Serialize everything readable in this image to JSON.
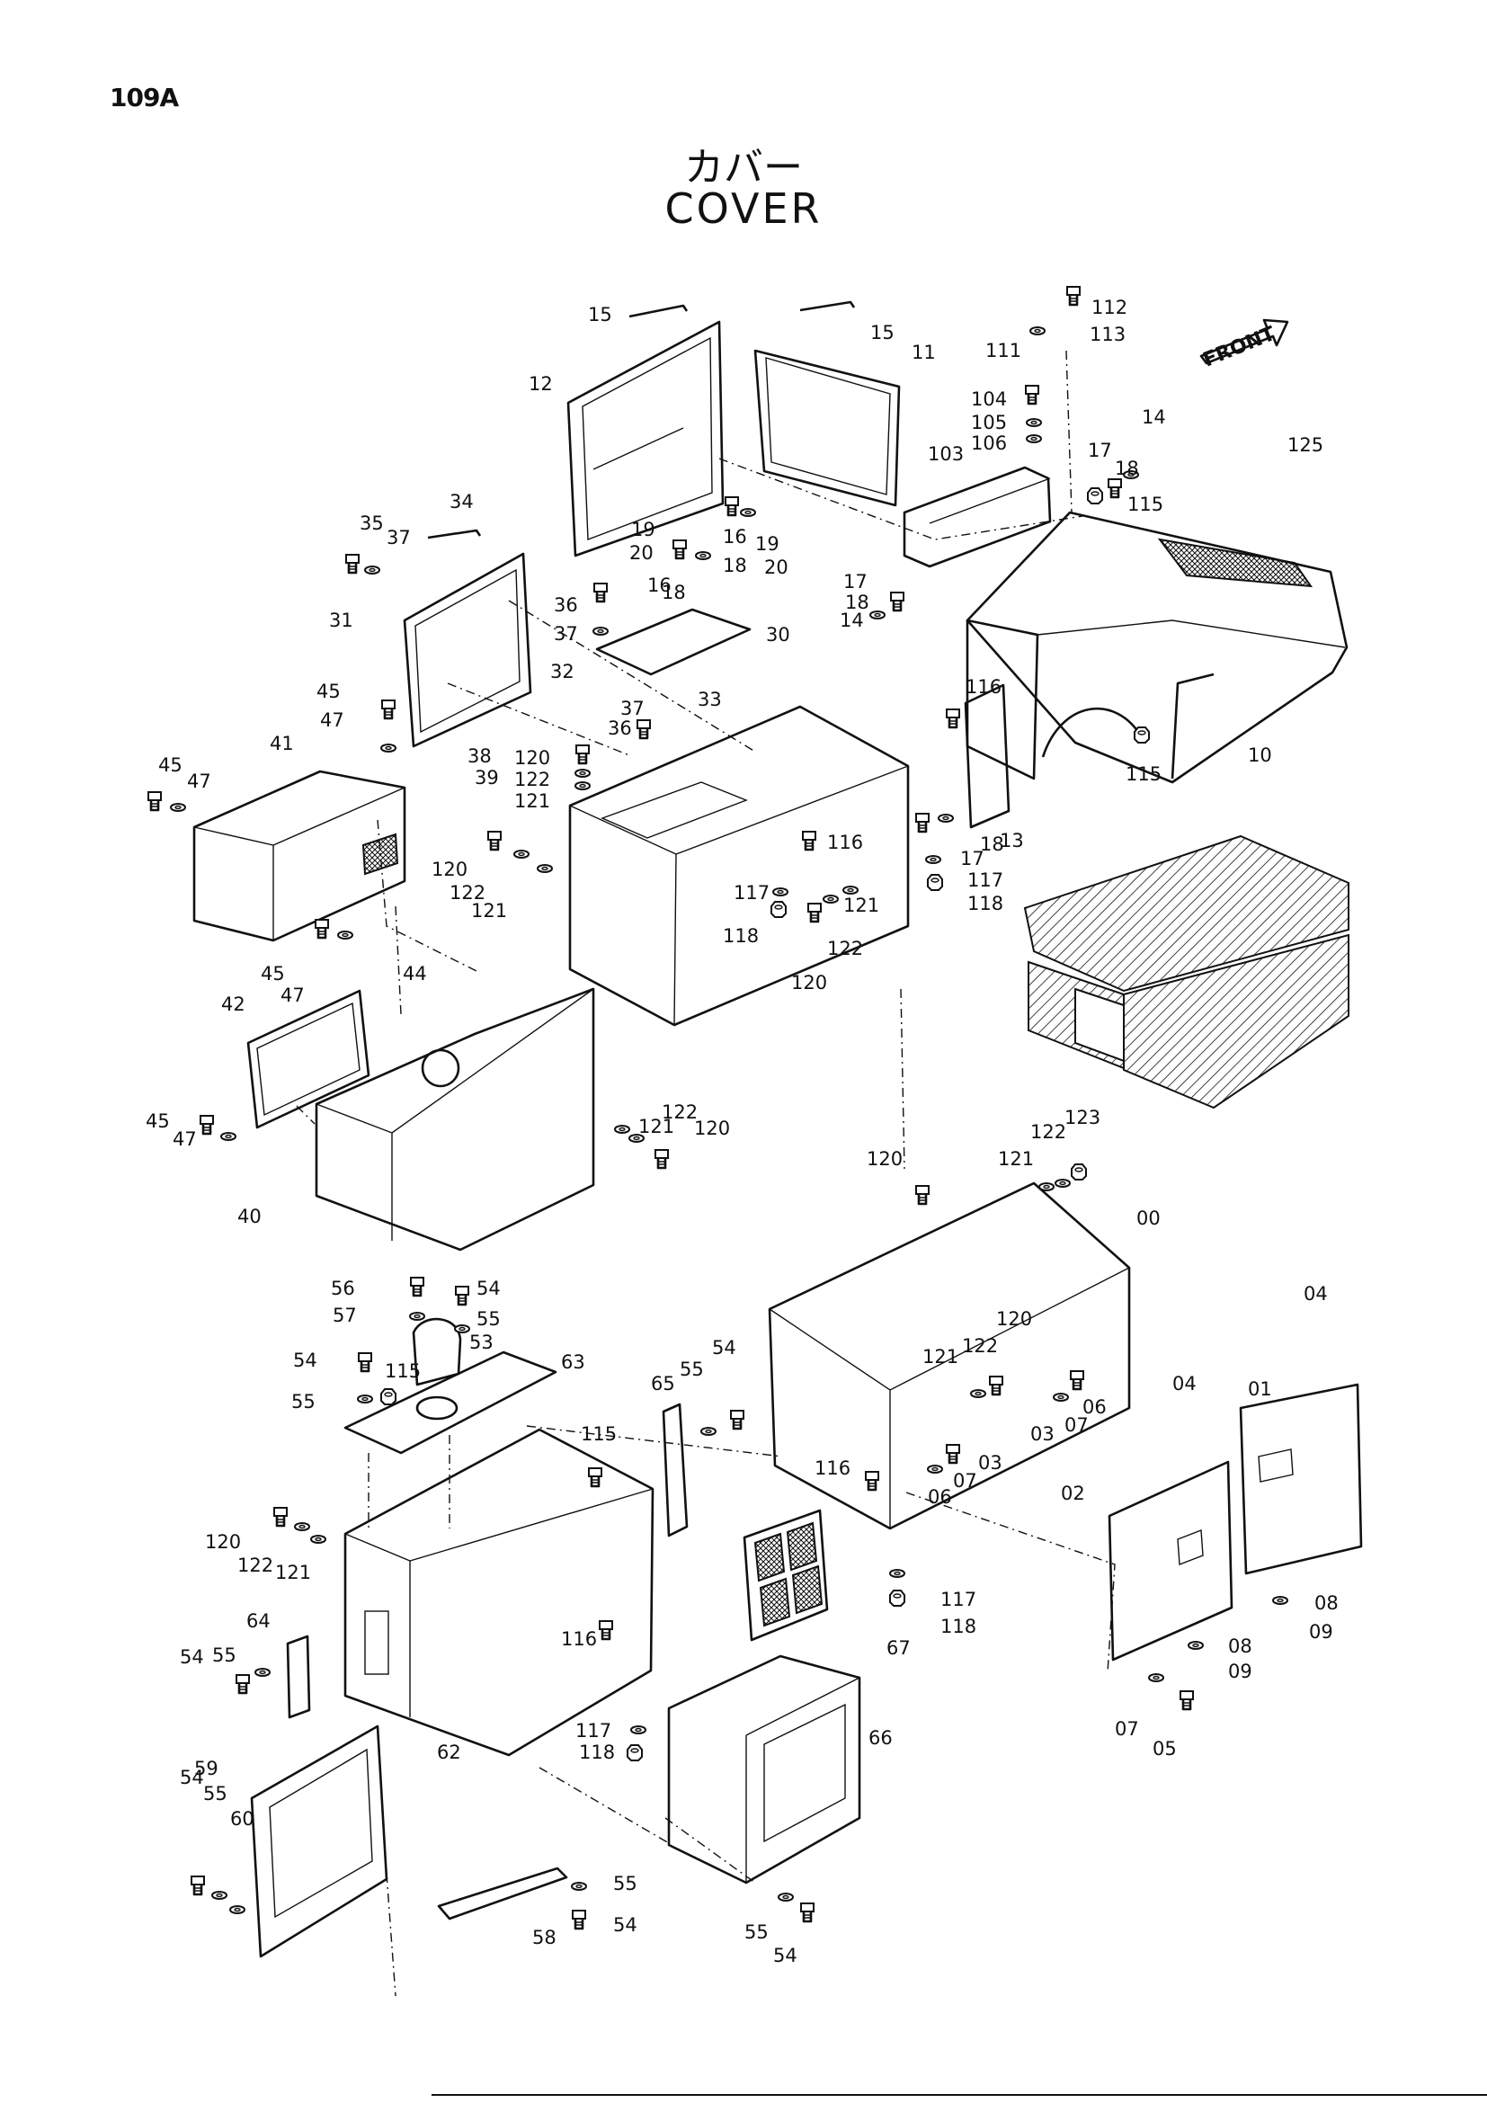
{
  "header": {
    "page_code": "109A",
    "title_jp": "カバー",
    "title_en": "COVER"
  },
  "direction_marker": "FRONT",
  "labels": [
    "15",
    "15",
    "12",
    "11",
    "112",
    "113",
    "111",
    "104",
    "105",
    "106",
    "103",
    "14",
    "125",
    "17",
    "18",
    "115",
    "19",
    "20",
    "16",
    "18",
    "16",
    "18",
    "19",
    "20",
    "35",
    "37",
    "34",
    "31",
    "36",
    "37",
    "32",
    "30",
    "17",
    "18",
    "14",
    "116",
    "10",
    "45",
    "47",
    "38",
    "39",
    "120",
    "122",
    "121",
    "37",
    "36",
    "33",
    "41",
    "45",
    "47",
    "120",
    "122",
    "121",
    "116",
    "117",
    "118",
    "121",
    "122",
    "120",
    "17",
    "18",
    "13",
    "117",
    "118",
    "115",
    "45",
    "47",
    "44",
    "42",
    "45",
    "47",
    "121",
    "122",
    "120",
    "40",
    "123",
    "122",
    "121",
    "120",
    "00",
    "56",
    "54",
    "57",
    "55",
    "53",
    "63",
    "54",
    "55",
    "115",
    "120",
    "122",
    "121",
    "03",
    "07",
    "06",
    "03",
    "65",
    "55",
    "54",
    "115",
    "116",
    "07",
    "06",
    "04",
    "04",
    "01",
    "02",
    "120",
    "122",
    "121",
    "64",
    "55",
    "54",
    "116",
    "67",
    "117",
    "118",
    "08",
    "08",
    "09",
    "09",
    "07",
    "05",
    "59",
    "62",
    "117",
    "118",
    "66",
    "54",
    "55",
    "60",
    "55",
    "54",
    "58",
    "55",
    "54"
  ]
}
